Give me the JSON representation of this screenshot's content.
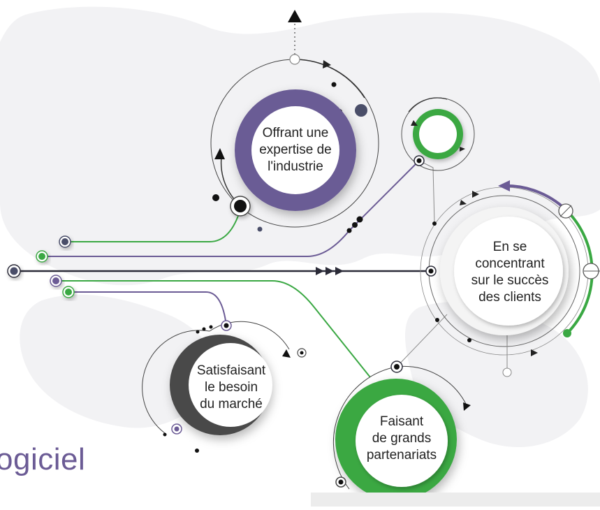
{
  "colors": {
    "purple": "#6b5b95",
    "green": "#3aa843",
    "dark": "#2b2b38",
    "slate": "#4a4e69",
    "gray": "#4a4a4a",
    "map": "#f1f1f3"
  },
  "nodes": {
    "expertise": {
      "lines": [
        "Offrant une",
        "expertise de",
        "l'industrie"
      ],
      "ring_color": "#6b5b95"
    },
    "clients": {
      "lines": [
        "En se",
        "concentrant",
        "sur le succès",
        "des clients"
      ],
      "ring_color": "#e6e6e6"
    },
    "market": {
      "lines": [
        "Satisfaisant",
        "le besoin",
        "du marché"
      ],
      "ring_color": "#4a4a4a"
    },
    "partners": {
      "lines": [
        "Faisant",
        "de grands",
        "partenariats"
      ],
      "ring_color": "#3aa843"
    },
    "small": {
      "lines": [],
      "ring_color": "#3aa843"
    }
  },
  "heading": {
    "text": "ogiciel"
  }
}
